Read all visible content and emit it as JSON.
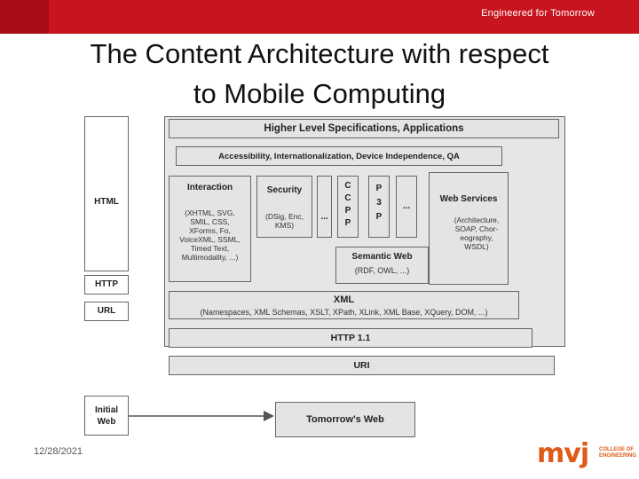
{
  "header": {
    "tagline": "Engineered for Tomorrow"
  },
  "slide": {
    "title_line1": "The Content Architecture with respect",
    "title_line2": "to Mobile Computing"
  },
  "diagram": {
    "html": "HTML",
    "http_left": "HTTP",
    "url": "URL",
    "initial_web": [
      "Initial",
      "Web"
    ],
    "higher": "Higher Level Specifications, Applications",
    "accessibility": "Accessibility, Internationalization, Device Independence, QA",
    "interaction": "Interaction",
    "interaction_sub": [
      "(XHTML, SVG,",
      "SMIL, CSS,",
      "XForms, Fo,",
      "VoiceXML, SSML,",
      "Timed Text,",
      "Multimodality, ...)"
    ],
    "security": "Security",
    "security_sub": [
      "(DSig, Enc,",
      "KMS)"
    ],
    "dots": "...",
    "ccpp": [
      "C",
      "C",
      "P",
      "P"
    ],
    "p3p": [
      "P",
      "3",
      "P"
    ],
    "web_services": "Web Services",
    "web_services_sub": [
      "(Architecture,",
      "SOAP, Chor-",
      "eography,",
      "WSDL)"
    ],
    "semantic_web": "Semantic Web",
    "semantic_web_sub": "(RDF, OWL, ...)",
    "xml": "XML",
    "xml_sub": "(Namespaces, XML Schemas, XSLT, XPath, XLink, XML Base, XQuery, DOM, ...)",
    "http11": "HTTP 1.1",
    "uri": "URI",
    "tomorrows_web": "Tomorrow's Web"
  },
  "footer": {
    "date": "12/28/2021",
    "logo_text": "mvj",
    "logo_sub": [
      "COLLEGE OF",
      "ENGINEERING"
    ]
  },
  "colors": {
    "banner": "#c8141e",
    "logo": "#e05a1a"
  }
}
